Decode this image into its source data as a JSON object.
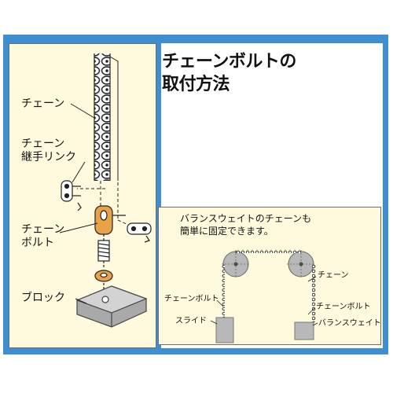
{
  "title": {
    "line1": "チェーンボルトの",
    "line2": "取付方法"
  },
  "left": {
    "chain": "チェーン",
    "joint_line1": "チェーン",
    "joint_line2": "継手リンク",
    "bolt_line1": "チェーン",
    "bolt_line2": "ボルト",
    "block": "ブロック"
  },
  "inset": {
    "caption_line1": "バランスウェイトのチェーンも",
    "caption_line2": "簡単に固定できます。",
    "chain_label": "チェーン",
    "bolt_left": "チェーンボルト",
    "bolt_right": "チェーンボルト",
    "slide": "スライド",
    "weight": "バランスウェイト"
  },
  "colors": {
    "frame": "#3f8fd0",
    "panel_fill": "#fff9dd",
    "accent": "#e8a24a",
    "gray": "#b8b8b8"
  }
}
